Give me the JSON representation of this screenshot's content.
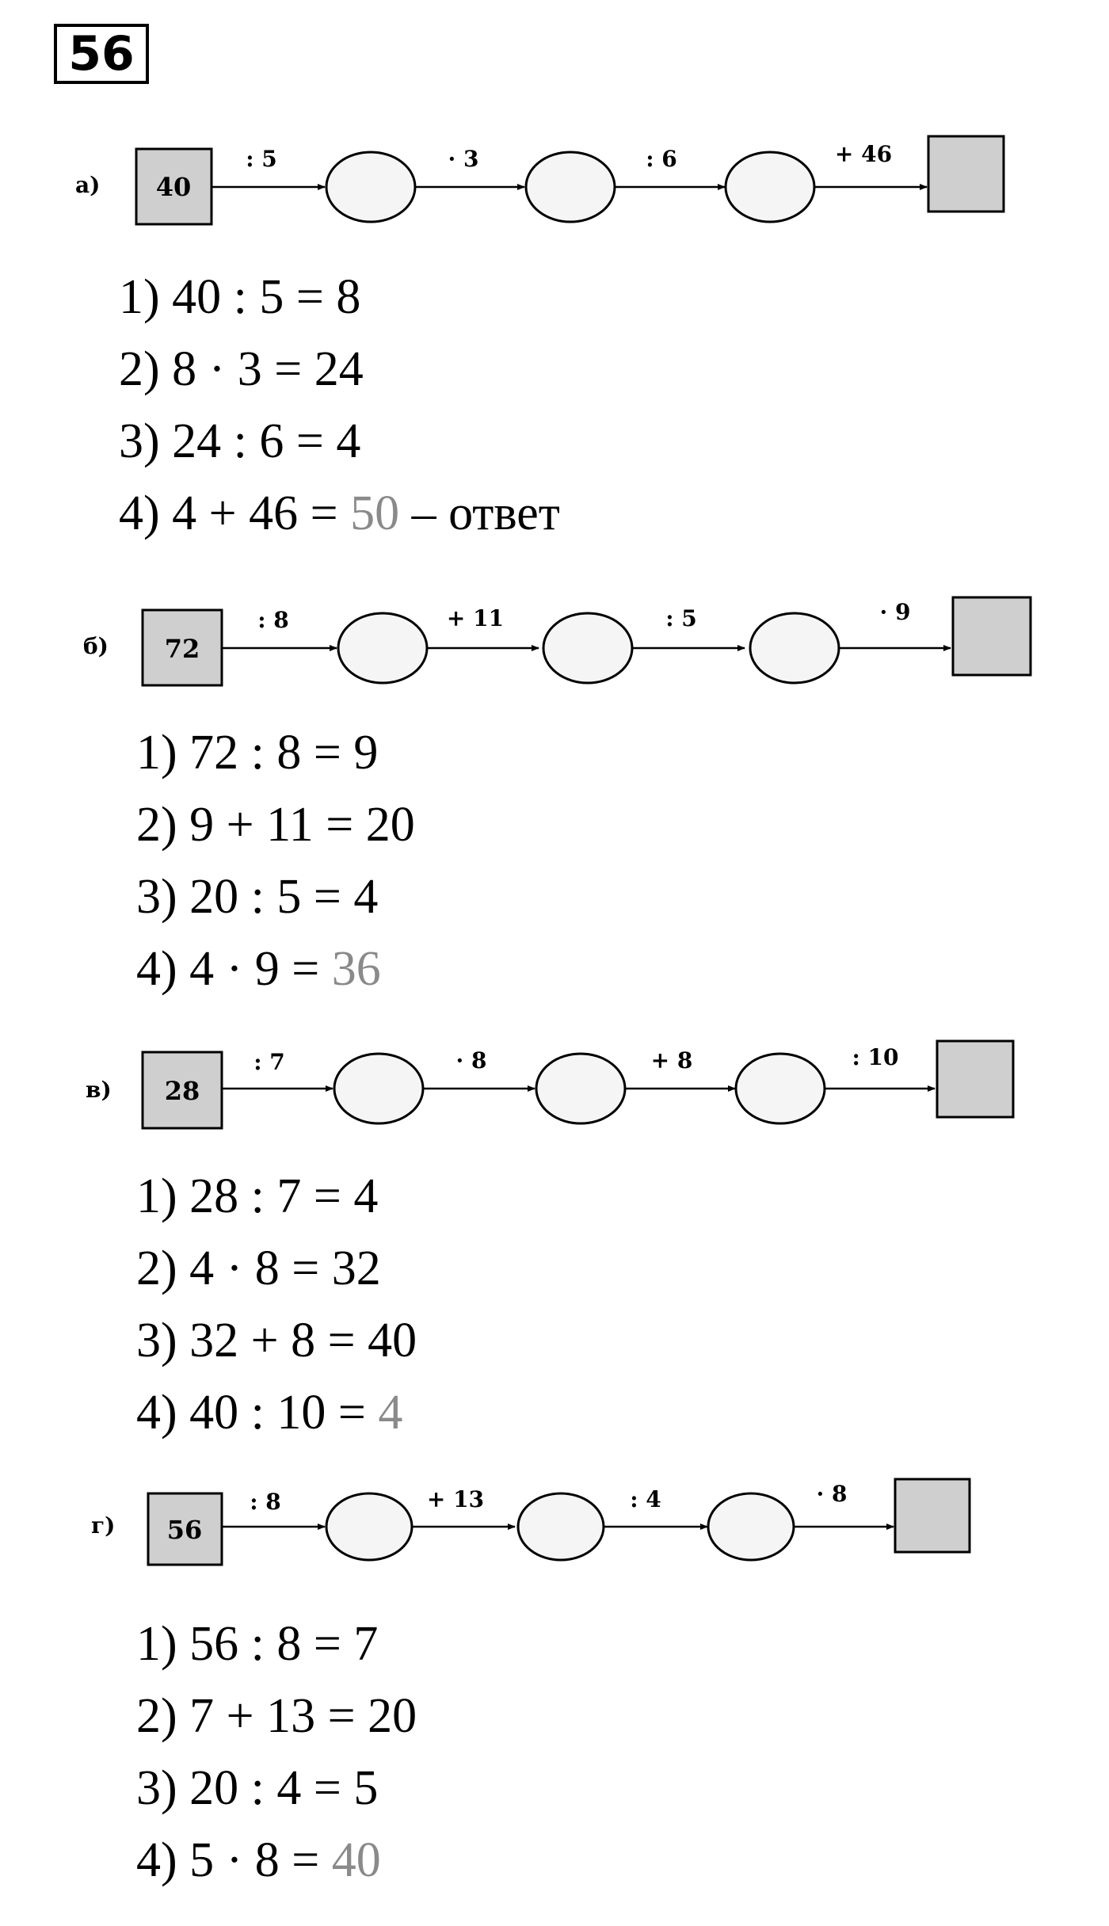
{
  "task_number": "56",
  "colors": {
    "box_fill": "#cfcfcf",
    "answer_gray": "#8a8a8a",
    "ink": "#000000"
  },
  "parts": [
    {
      "label": "а)",
      "start": "40",
      "ops": [
        ": 5",
        "· 3",
        ": 6",
        "+ 46"
      ],
      "steps": [
        {
          "expr": "1) 40 : 5 = 8",
          "answer": "",
          "note": ""
        },
        {
          "expr": "2) 8 · 3 = 24",
          "answer": "",
          "note": ""
        },
        {
          "expr": "3) 24 : 6 = 4",
          "answer": "",
          "note": ""
        },
        {
          "expr": "4) 4 + 46 = ",
          "answer": "50",
          "note": " – ответ"
        }
      ]
    },
    {
      "label": "б)",
      "start": "72",
      "ops": [
        ": 8",
        "+ 11",
        ": 5",
        "· 9"
      ],
      "steps": [
        {
          "expr": "1) 72 : 8 = 9",
          "answer": "",
          "note": ""
        },
        {
          "expr": "2) 9 + 11 = 20",
          "answer": "",
          "note": ""
        },
        {
          "expr": "3) 20 : 5 = 4",
          "answer": "",
          "note": ""
        },
        {
          "expr": "4) 4 · 9 = ",
          "answer": "36",
          "note": ""
        }
      ]
    },
    {
      "label": "в)",
      "start": "28",
      "ops": [
        ": 7",
        "· 8",
        "+ 8",
        ": 10"
      ],
      "steps": [
        {
          "expr": "1) 28 : 7 = 4",
          "answer": "",
          "note": ""
        },
        {
          "expr": "2) 4 · 8 = 32",
          "answer": "",
          "note": ""
        },
        {
          "expr": "3) 32 + 8 = 40",
          "answer": "",
          "note": ""
        },
        {
          "expr": "4) 40 : 10 = ",
          "answer": "4",
          "note": ""
        }
      ]
    },
    {
      "label": "г)",
      "start": "56",
      "ops": [
        ": 8",
        "+ 13",
        ": 4",
        "· 8"
      ],
      "steps": [
        {
          "expr": "1) 56 : 8 = 7",
          "answer": "",
          "note": ""
        },
        {
          "expr": "2) 7 + 13 = 20",
          "answer": "",
          "note": ""
        },
        {
          "expr": "3) 20 : 4 = 5",
          "answer": "",
          "note": ""
        },
        {
          "expr": "4) 5 · 8 = ",
          "answer": "40",
          "note": ""
        }
      ]
    }
  ]
}
